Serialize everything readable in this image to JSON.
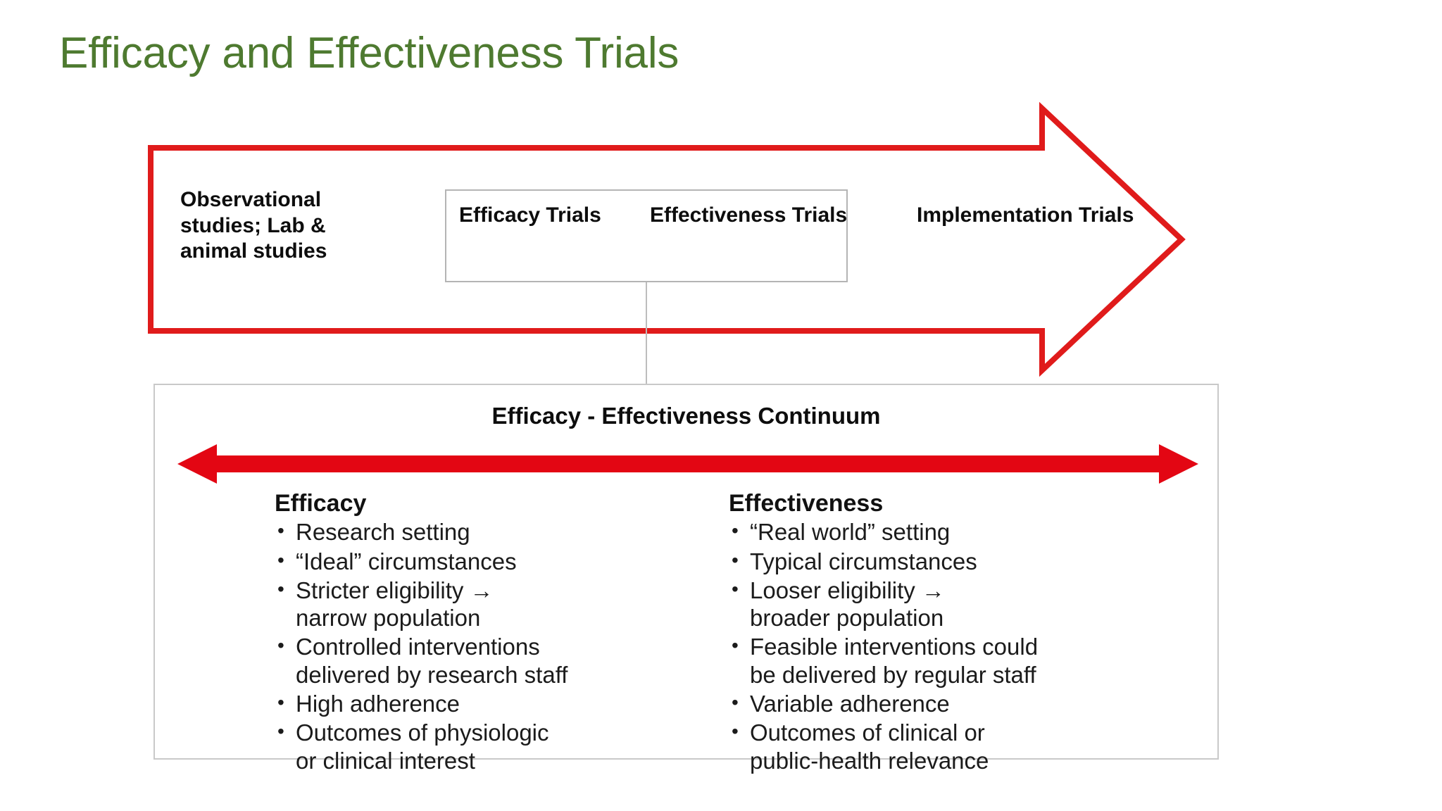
{
  "slide": {
    "title": "Efficacy and Effectiveness Trials",
    "title_color": "#4e7a30",
    "accent_color": "#e30613",
    "background": "#ffffff"
  },
  "pipeline": {
    "arrow_color": "#e01b1b",
    "arrow_direction": "right",
    "stages": [
      {
        "id": "observational",
        "label": "Observational studies; Lab & animal studies",
        "boxed": false
      },
      {
        "id": "efficacy",
        "label": "Efficacy Trials",
        "boxed": true
      },
      {
        "id": "effectiveness",
        "label": "Effectiveness Trials",
        "boxed": true
      },
      {
        "id": "implementation",
        "label": "Implementation Trials",
        "boxed": false
      }
    ]
  },
  "continuum": {
    "heading": "Efficacy - Effectiveness Continuum",
    "arrow_color": "#e30613",
    "arrow_direction": "both",
    "columns": [
      {
        "id": "efficacy",
        "title": "Efficacy",
        "bullets": [
          {
            "line1": "Research setting",
            "line2": ""
          },
          {
            "line1": "“Ideal” circumstances",
            "line2": ""
          },
          {
            "line1": "Stricter eligibility →",
            "line2": "narrow population"
          },
          {
            "line1": "Controlled interventions",
            "line2": "delivered by research staff"
          },
          {
            "line1": "High adherence",
            "line2": ""
          },
          {
            "line1": "Outcomes of physiologic",
            "line2": "or clinical interest"
          }
        ]
      },
      {
        "id": "effectiveness",
        "title": "Effectiveness",
        "bullets": [
          {
            "line1": "“Real world” setting",
            "line2": ""
          },
          {
            "line1": "Typical circumstances",
            "line2": ""
          },
          {
            "line1": "Looser eligibility →",
            "line2": "broader population"
          },
          {
            "line1": "Feasible interventions could",
            "line2": "be delivered by regular staff"
          },
          {
            "line1": "Variable adherence",
            "line2": ""
          },
          {
            "line1": "Outcomes of clinical or",
            "line2": "public-health relevance"
          }
        ]
      }
    ]
  }
}
